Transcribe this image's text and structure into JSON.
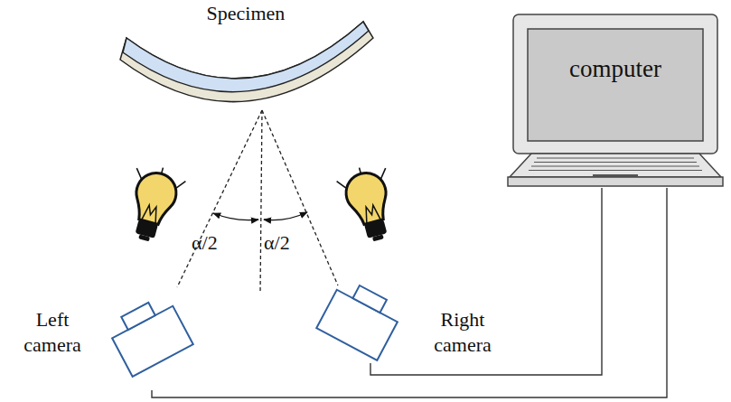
{
  "diagram": {
    "nodes": [
      {
        "text": [
          "Left camera"
        ]
      },
      {
        "text": [
          "Right camera"
        ]
      },
      {
        "text": [
          "computer"
        ]
      }
    ],
    "edges": [
      {
        "from": 0,
        "to": 2,
        "arrow": "none"
      },
      {
        "from": 1,
        "to": 2,
        "arrow": "none"
      }
    ],
    "labels": [
      "Specimen",
      "α/2",
      "α/2"
    ]
  }
}
